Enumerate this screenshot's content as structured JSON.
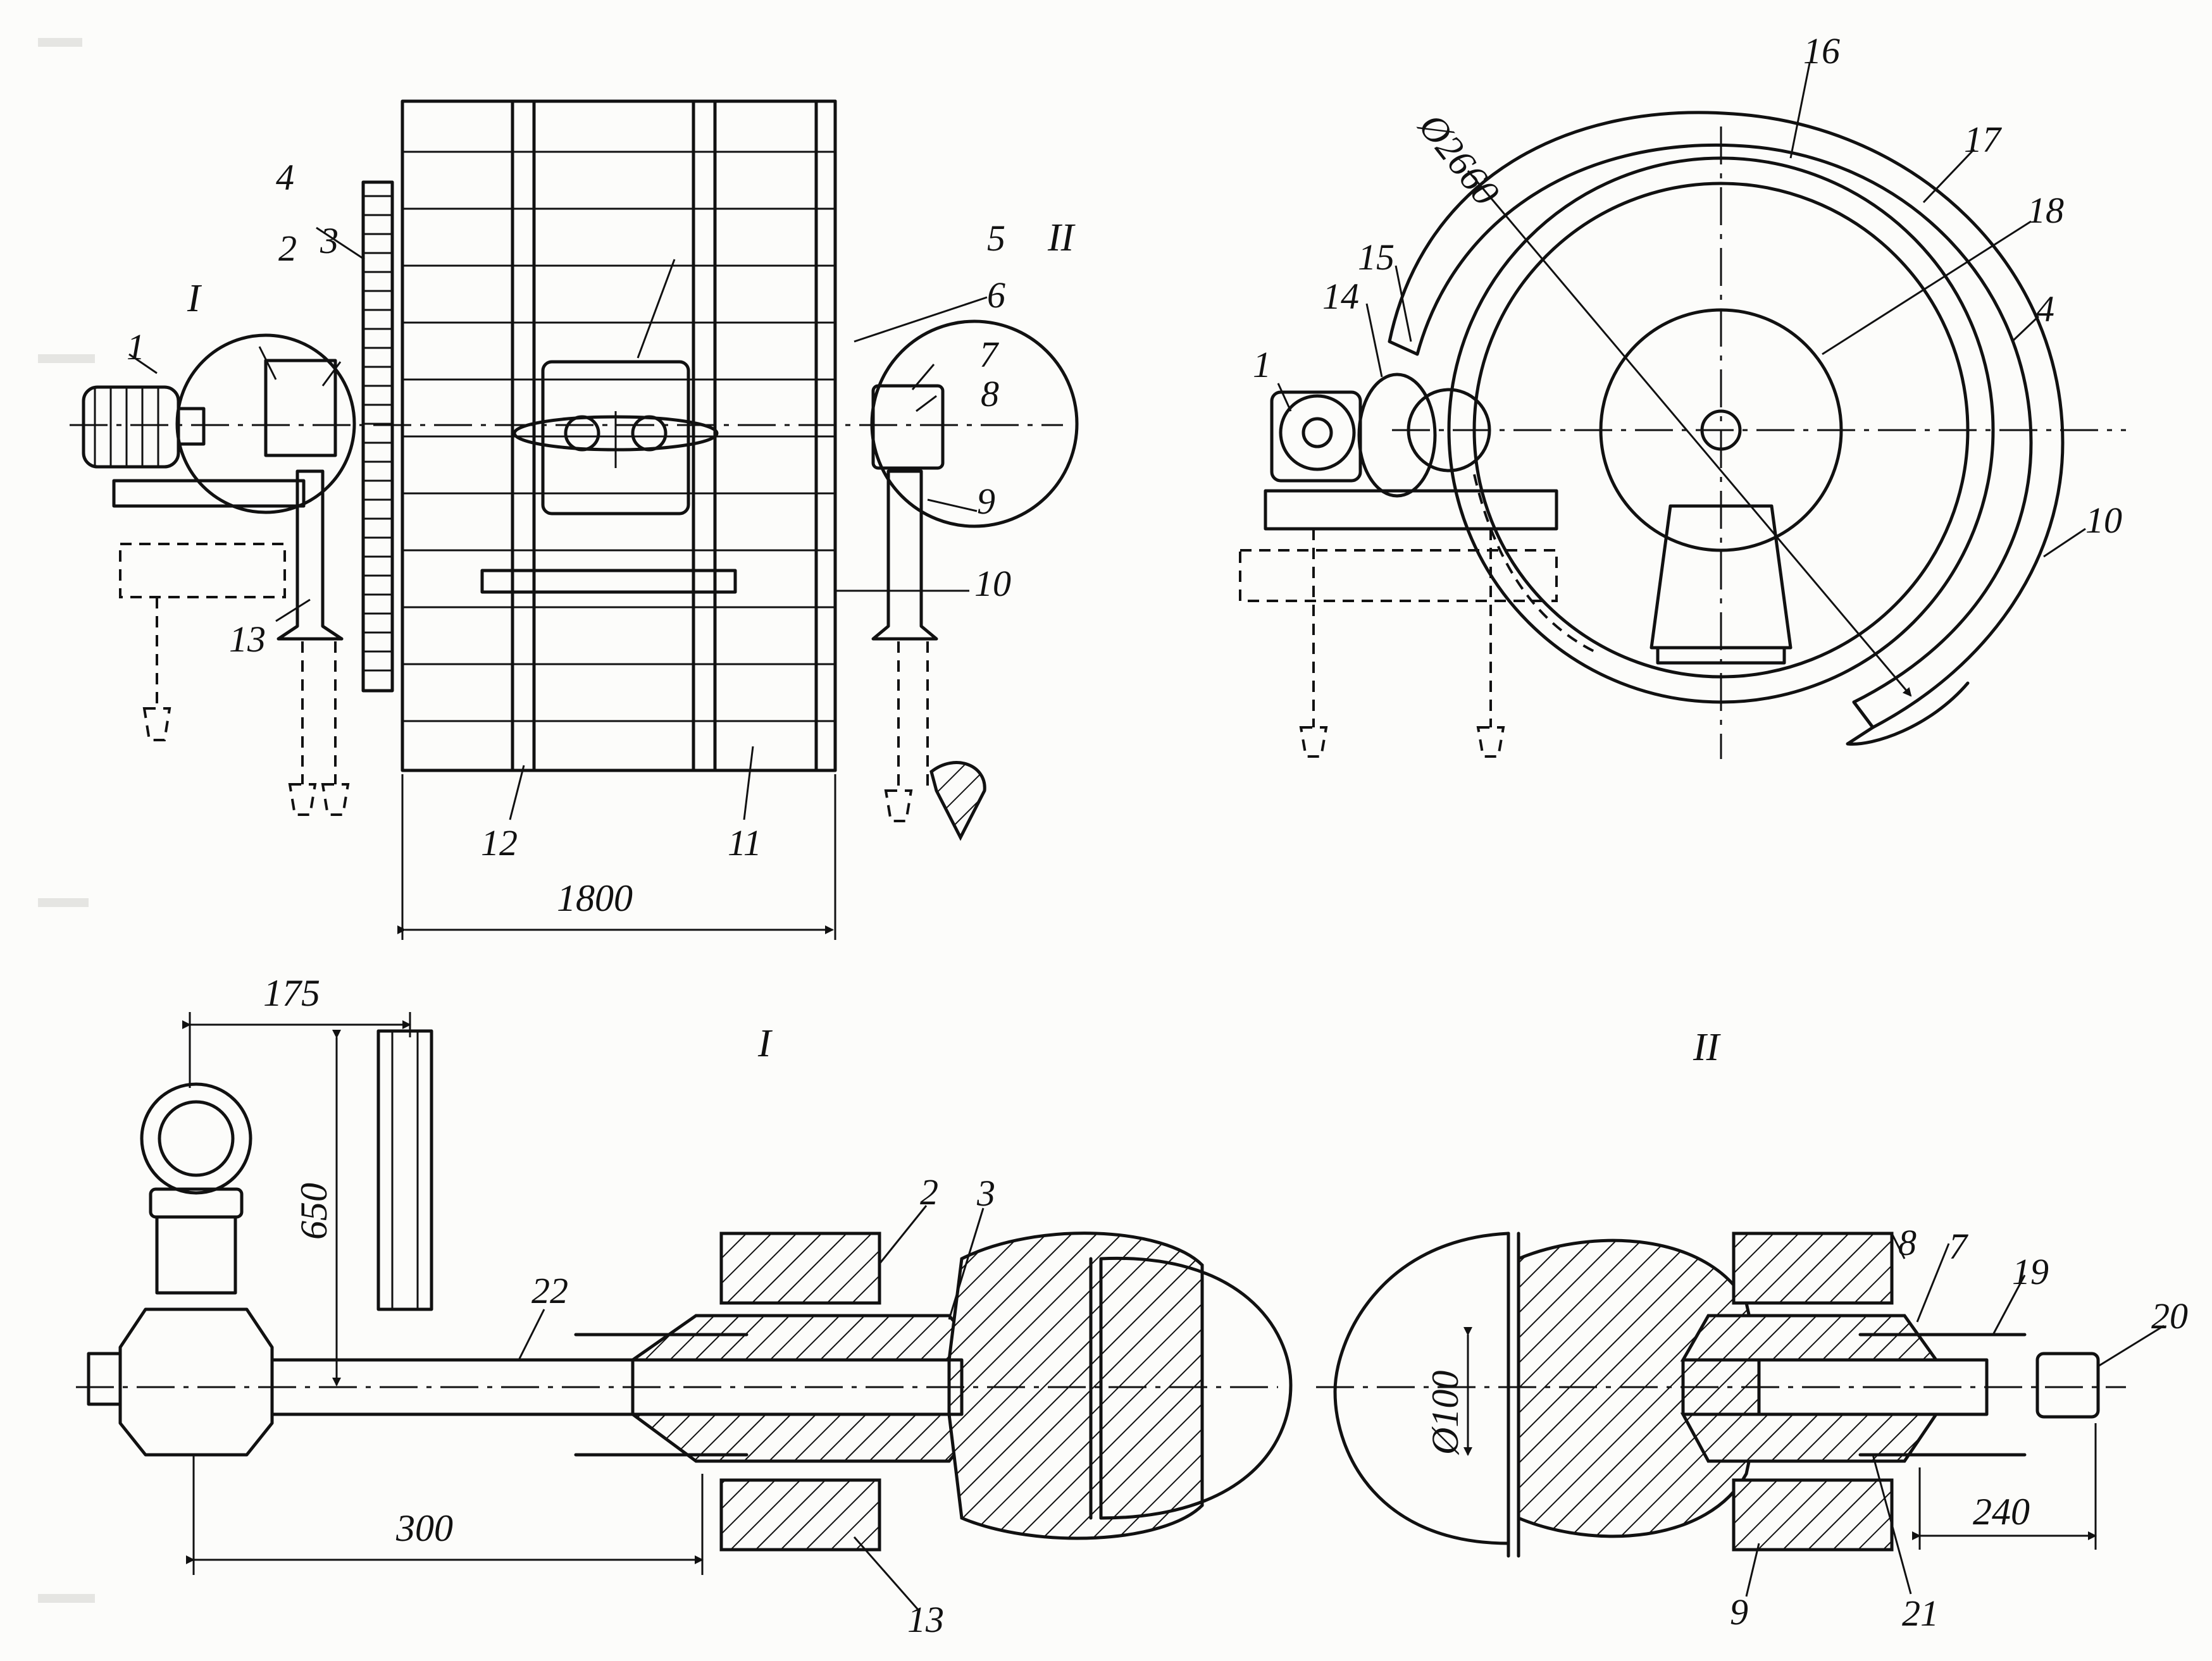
{
  "callouts": {
    "top_left": [
      "1",
      "2",
      "3",
      "4",
      "5",
      "6",
      "7",
      "8",
      "9",
      "10",
      "11",
      "12",
      "13"
    ],
    "top_right": [
      "1",
      "14",
      "15",
      "16",
      "17",
      "18",
      "4",
      "10"
    ],
    "detail_I": [
      "22",
      "2",
      "3",
      "13"
    ],
    "detail_II": [
      "8",
      "7",
      "19",
      "20",
      "9",
      "21"
    ]
  },
  "views": {
    "detail_I_mark": "I",
    "detail_II_mark": "II",
    "circle_I_mark": "I",
    "circle_II_mark": "II"
  },
  "dimensions": {
    "width_1800": "1800",
    "diameter_2660": "Ø2660",
    "dim_175": "175",
    "dim_650": "650",
    "dim_300": "300",
    "dim_100": "Ø100",
    "dim_240": "240"
  }
}
